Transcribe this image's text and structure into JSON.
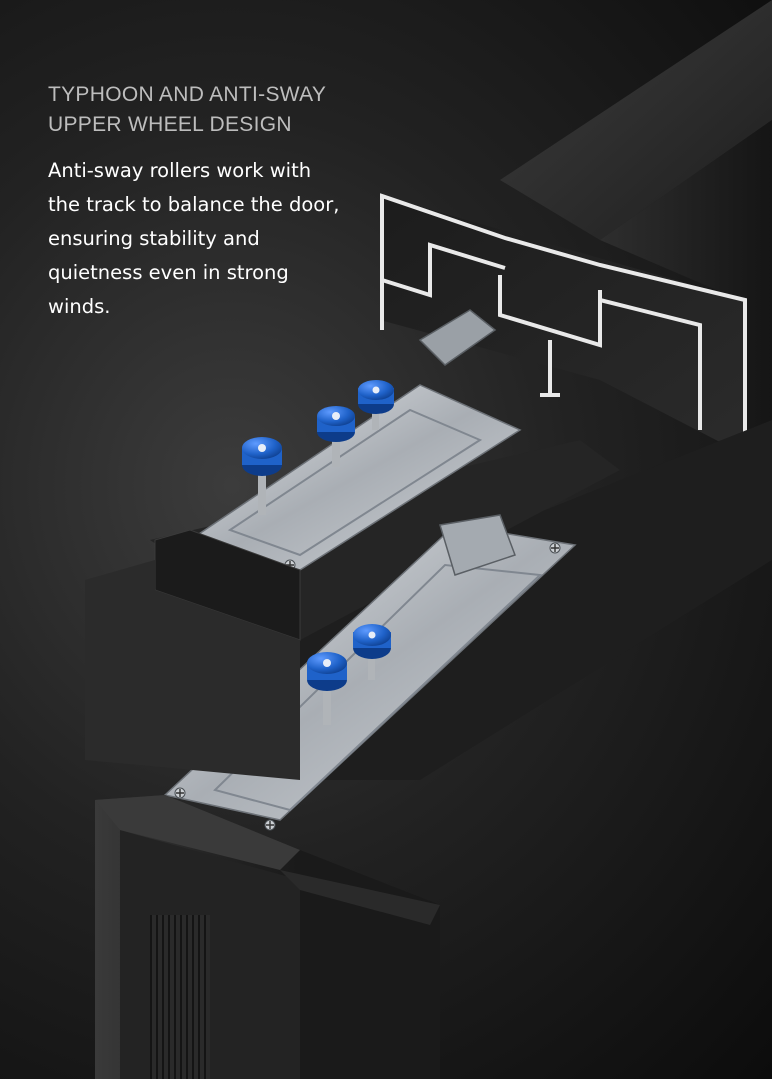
{
  "heading": {
    "line1": "TYPHOON AND ANTI-SWAY",
    "line2": "UPPER WHEEL DESIGN"
  },
  "description": "Anti-sway rollers work with the track to balance the door, ensuring stability and quietness even in strong winds.",
  "colors": {
    "roller": "#1f62c9",
    "profile": "#2a2a2a",
    "steel": "#b9bec4",
    "background": "#1a1a1a"
  },
  "icons": {
    "roller": "blue-roller-icon",
    "screw": "phillips-screw-icon"
  }
}
